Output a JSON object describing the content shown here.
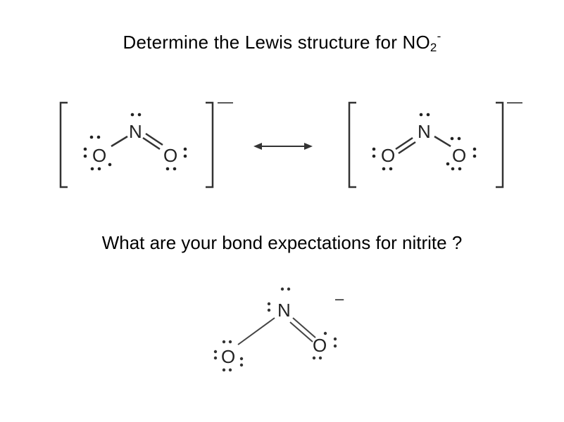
{
  "title": {
    "text": "Determine the Lewis structure for NO",
    "subscript": "2",
    "superscript": "-"
  },
  "question": "What are your bond expectations for nitrite ?",
  "structures": {
    "atoms": {
      "nitrogen": "N",
      "oxygen": "O"
    },
    "charge": "—",
    "bent_charge": "–"
  }
}
